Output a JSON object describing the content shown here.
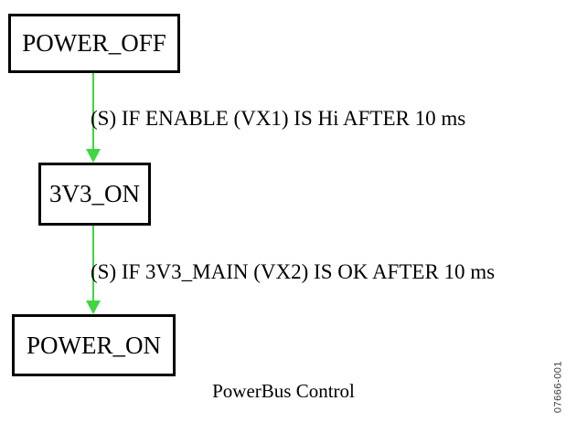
{
  "diagram": {
    "type": "state-flow",
    "caption": "PowerBus Control",
    "figure_code": "07666-001",
    "colors": {
      "arrow_green": "#3fd63f",
      "box_border": "#000000",
      "text": "#000000",
      "figure_code": "#3a3a3a",
      "background": "#ffffff"
    },
    "states": [
      {
        "id": "power-off",
        "label": "POWER_OFF"
      },
      {
        "id": "3v3-on",
        "label": "3V3_ON"
      },
      {
        "id": "power-on",
        "label": "POWER_ON"
      }
    ],
    "transitions": [
      {
        "from": "POWER_OFF",
        "to": "3V3_ON",
        "condition": "(S) IF ENABLE (VX1) IS Hi AFTER 10 ms"
      },
      {
        "from": "3V3_ON",
        "to": "POWER_ON",
        "condition": "(S) IF 3V3_MAIN (VX2) IS OK AFTER 10 ms"
      }
    ]
  }
}
